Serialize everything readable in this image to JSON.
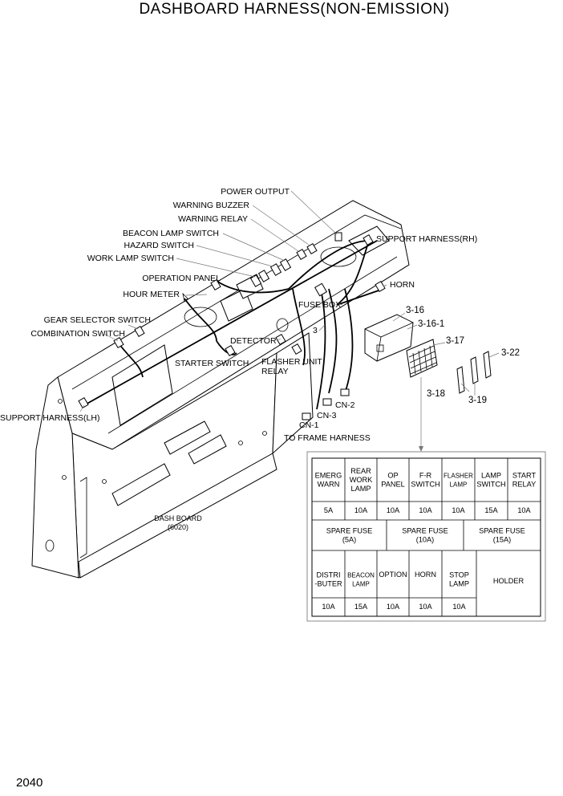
{
  "title": "DASHBOARD HARNESS(NON-EMISSION)",
  "page_number": "2040",
  "callouts": {
    "power_output": "POWER OUTPUT",
    "warning_buzzer": "WARNING BUZZER",
    "warning_relay": "WARNING RELAY",
    "beacon_lamp_switch": "BEACON LAMP SWITCH",
    "hazard_switch": "HAZARD SWITCH",
    "work_lamp_switch": "WORK LAMP SWITCH",
    "operation_panel": "OPERATION PANEL",
    "hour_meter": "HOUR METER",
    "gear_selector_switch": "GEAR SELECTOR SWITCH",
    "combination_switch": "COMBINATION SWITCH",
    "support_harness_lh": "SUPPORT HARNESS(LH)",
    "support_harness_rh": "SUPPORT HARNESS(RH)",
    "horn": "HORN",
    "fuse_box": "FUSE BOX",
    "ref_3": "3",
    "detector": "DETECTOR",
    "starter_switch": "STARTER SWITCH",
    "flasher_unit": "FLASHER UNIT",
    "relay": "RELAY",
    "cn_1": "CN-1",
    "cn_2": "CN-2",
    "cn_3": "CN-3",
    "to_frame_harness": "TO FRAME HARNESS",
    "dash_board": "DASH BOARD",
    "dash_board_no": "(6020)",
    "ref_3_16": "3-16",
    "ref_3_16_1": "3-16-1",
    "ref_3_17": "3-17",
    "ref_3_18": "3-18",
    "ref_3_19": "3-19",
    "ref_3_22": "3-22"
  },
  "fuse_table": {
    "row1_labels": [
      [
        "EMERG",
        "WARN"
      ],
      [
        "REAR",
        "WORK",
        "LAMP"
      ],
      [
        "OP",
        "PANEL"
      ],
      [
        "F-R",
        "SWITCH"
      ],
      [
        "FLASHER",
        "LAMP"
      ],
      [
        "LAMP",
        "SWITCH"
      ],
      [
        "START",
        "RELAY"
      ]
    ],
    "row1_values": [
      "5A",
      "10A",
      "10A",
      "10A",
      "10A",
      "15A",
      "10A"
    ],
    "spare": [
      [
        "SPARE FUSE",
        "(5A)"
      ],
      [
        "SPARE FUSE",
        "(10A)"
      ],
      [
        "SPARE FUSE",
        "(15A)"
      ]
    ],
    "row3_labels": [
      [
        "DISTRI",
        "-BUTER"
      ],
      [
        "BEACON",
        "LAMP"
      ],
      [
        "OPTION"
      ],
      [
        "HORN"
      ],
      [
        "STOP",
        "LAMP"
      ]
    ],
    "row3_values": [
      "10A",
      "15A",
      "10A",
      "10A",
      "10A"
    ],
    "holder": "HOLDER"
  }
}
